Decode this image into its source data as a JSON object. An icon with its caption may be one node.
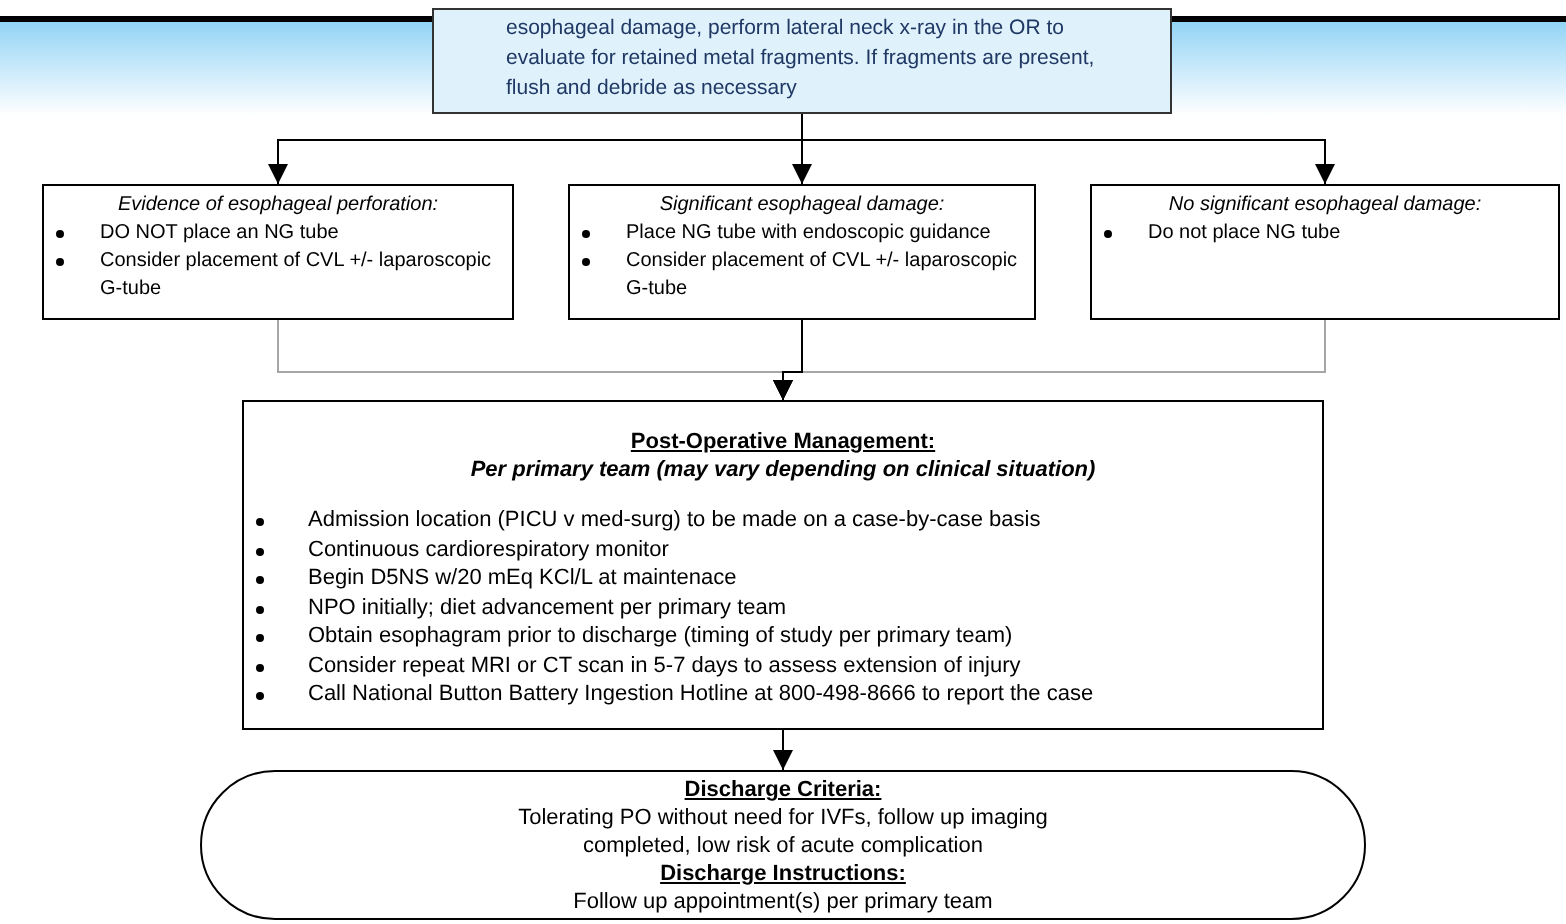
{
  "diagram": {
    "nodes": [
      {
        "text": [
          "esophageal damage, perform lateral neck x-ray in the OR to evaluate for retained metal fragments.  If fragments are present, flush and debride as necessary"
        ]
      },
      {
        "text": [
          "Evidence of esophageal perforation:",
          "DO NOT place an NG tube",
          "Consider placement of CVL +/- laparoscopic G-tube"
        ]
      },
      {
        "text": [
          "Significant esophageal damage:",
          "Place NG tube with endoscopic guidance",
          "Consider placement of CVL +/- laparoscopic G-tube"
        ]
      },
      {
        "text": [
          "No significant esophageal damage:",
          "Do not place NG tube"
        ]
      },
      {
        "text": [
          "Post-Operative Management:",
          "Per primary team (may vary depending on clinical situation)",
          "Admission location (PICU v med-surg) to be made on a case-by-case basis",
          "Continuous cardiorespiratory monitor",
          "Begin D5NS w/20 mEq KCl/L at maintenace",
          "NPO initially; diet advancement per primary team",
          "Obtain esophagram prior to discharge (timing of study per primary team)",
          "Consider repeat MRI or CT scan in 5-7 days to assess extension of injury",
          "Call National Button Battery Ingestion Hotline at 800-498-8666 to report the case"
        ]
      },
      {
        "text": [
          "Discharge Criteria:",
          "Tolerating PO without need for IVFs, follow up imaging completed, low risk of acute complication",
          "Discharge Instructions:",
          "Follow up appointment(s) per primary team"
        ]
      }
    ],
    "edges": [
      {
        "from": 0,
        "to": 1,
        "arrow": "to"
      },
      {
        "from": 0,
        "to": 2,
        "arrow": "to"
      },
      {
        "from": 0,
        "to": 3,
        "arrow": "to"
      },
      {
        "from": 1,
        "to": 4,
        "arrow": "to",
        "color": "#a6a6a6"
      },
      {
        "from": 2,
        "to": 4,
        "arrow": "to"
      },
      {
        "from": 3,
        "to": 4,
        "arrow": "to",
        "color": "#a6a6a6"
      },
      {
        "from": 4,
        "to": 5,
        "arrow": "to"
      }
    ]
  }
}
